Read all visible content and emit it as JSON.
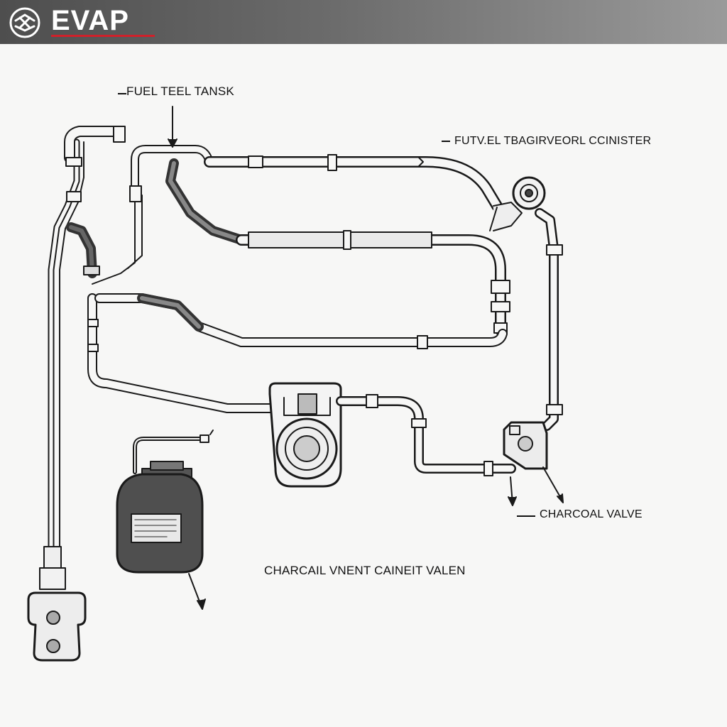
{
  "header": {
    "logo_icon": "evap-logo-icon",
    "brand": "EVAP",
    "accent_color": "#d0202a"
  },
  "labels": {
    "fuel_tank": "FUEL TEEL TANSK",
    "canister": "FUTV.EL TBAGIRVEORL CCINISTER",
    "charcoal_valve": "CHARCOAL VALVE",
    "vent_caption": "CHARCAIL VNENT CAINEIT VALEN"
  }
}
